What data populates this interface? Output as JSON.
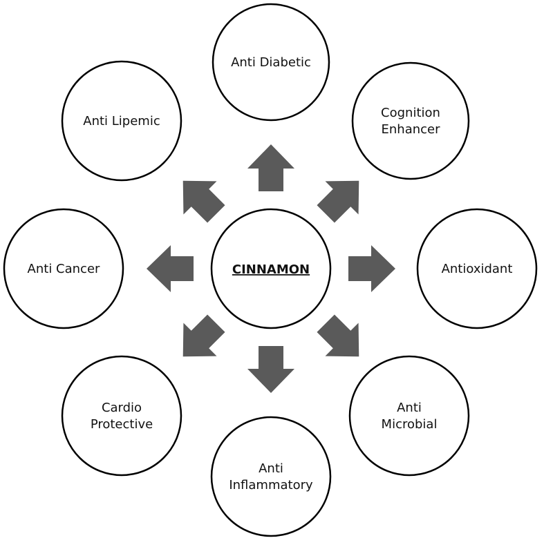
{
  "center": {
    "label": "CINNAMON"
  },
  "nodes": [
    {
      "id": "anti-diabetic",
      "lines": [
        "Anti Diabetic"
      ]
    },
    {
      "id": "cognition-enhancer",
      "lines": [
        "Cognition",
        "Enhancer"
      ]
    },
    {
      "id": "antioxidant",
      "lines": [
        "Antioxidant"
      ]
    },
    {
      "id": "anti-microbial",
      "lines": [
        "Anti",
        "Microbial"
      ]
    },
    {
      "id": "anti-inflammatory",
      "lines": [
        "Anti",
        "Inflammatory"
      ]
    },
    {
      "id": "cardio-protective",
      "lines": [
        "Cardio",
        "Protective"
      ]
    },
    {
      "id": "anti-cancer",
      "lines": [
        "Anti Cancer"
      ]
    },
    {
      "id": "anti-lipemic",
      "lines": [
        "Anti Lipemic"
      ]
    }
  ],
  "colors": {
    "arrow": "#5a5a5a",
    "circle_stroke": "#000000",
    "circle_fill": "#ffffff",
    "text": "#111111"
  }
}
